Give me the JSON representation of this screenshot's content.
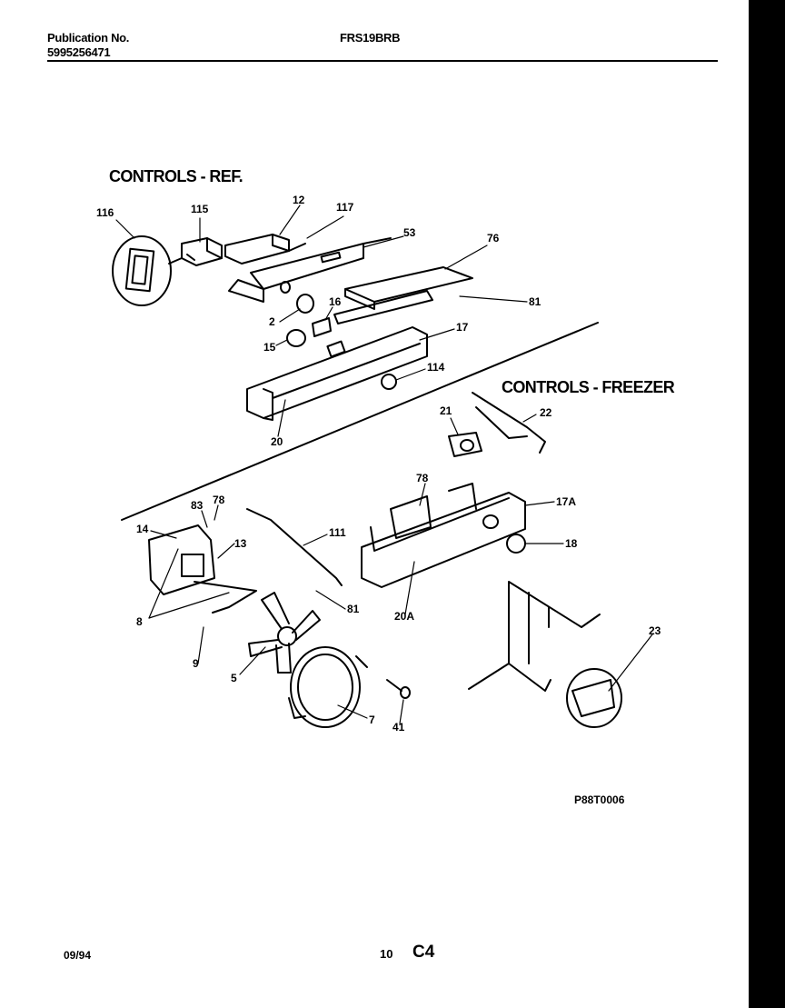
{
  "header": {
    "publication_label": "Publication No.",
    "publication_number": "5995256471",
    "model": "FRS19BRB"
  },
  "sections": {
    "ref_title": "CONTROLS - REF.",
    "freezer_title": "CONTROLS - FREEZER"
  },
  "callouts": {
    "c116": "116",
    "c115": "115",
    "c12": "12",
    "c117": "117",
    "c53": "53",
    "c76": "76",
    "c81a": "81",
    "c16": "16",
    "c2": "2",
    "c15": "15",
    "c17": "17",
    "c114": "114",
    "c20": "20",
    "c21": "21",
    "c22": "22",
    "c78a": "78",
    "c17A": "17A",
    "c18": "18",
    "c20A": "20A",
    "c83": "83",
    "c78b": "78",
    "c14": "14",
    "c13": "13",
    "c111": "111",
    "c81b": "81",
    "c8": "8",
    "c9": "9",
    "c5": "5",
    "c7": "7",
    "c41": "41",
    "c23": "23"
  },
  "diagram_code": "P88T0006",
  "footer": {
    "date": "09/94",
    "page_number": "10",
    "page_code": "C4"
  }
}
